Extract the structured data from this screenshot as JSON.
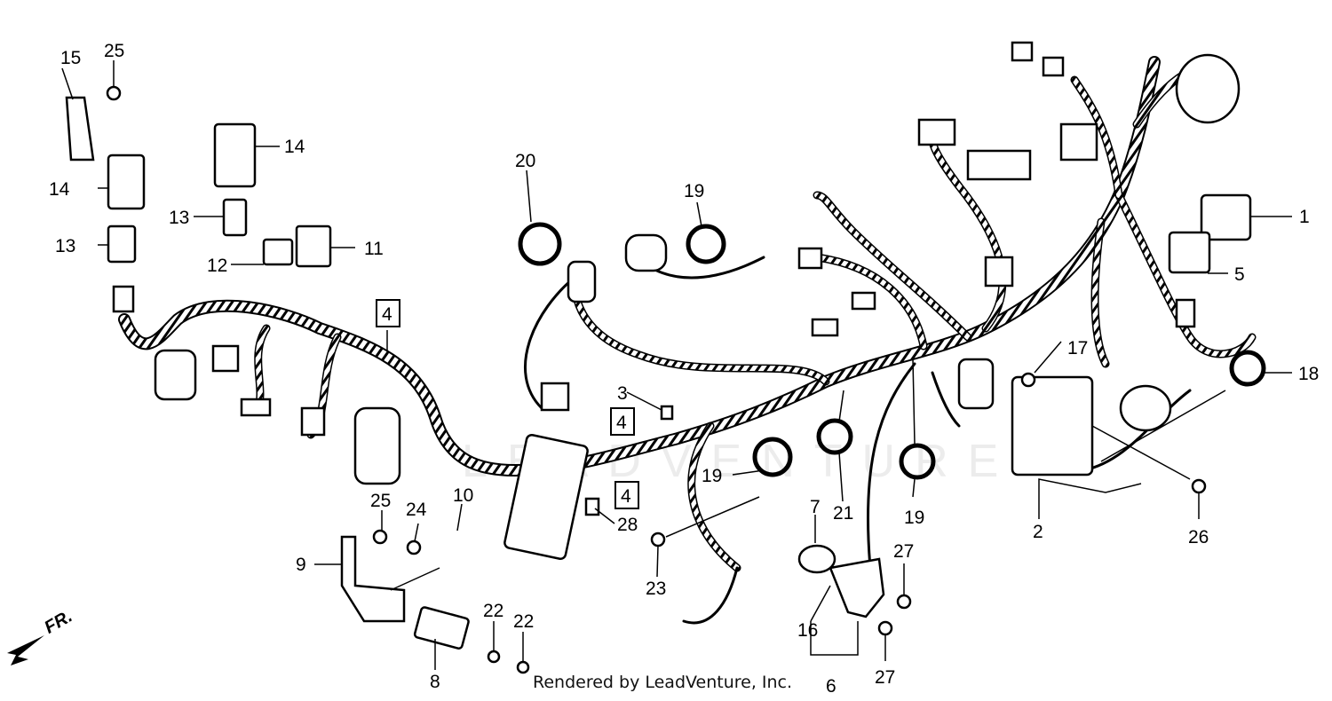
{
  "watermark": "LEADVENTURE",
  "credit": "Rendered by LeadVenture, Inc.",
  "front_marker": "FR.",
  "callouts": [
    {
      "id": "c1",
      "label": "1"
    },
    {
      "id": "c2",
      "label": "2"
    },
    {
      "id": "c3",
      "label": "3"
    },
    {
      "id": "c4a",
      "label": "4"
    },
    {
      "id": "c4b",
      "label": "4"
    },
    {
      "id": "c4c",
      "label": "4"
    },
    {
      "id": "c5",
      "label": "5"
    },
    {
      "id": "c6",
      "label": "6"
    },
    {
      "id": "c7",
      "label": "7"
    },
    {
      "id": "c8",
      "label": "8"
    },
    {
      "id": "c9",
      "label": "9"
    },
    {
      "id": "c10",
      "label": "10"
    },
    {
      "id": "c11",
      "label": "11"
    },
    {
      "id": "c12",
      "label": "12"
    },
    {
      "id": "c13a",
      "label": "13"
    },
    {
      "id": "c13b",
      "label": "13"
    },
    {
      "id": "c14a",
      "label": "14"
    },
    {
      "id": "c14b",
      "label": "14"
    },
    {
      "id": "c15",
      "label": "15"
    },
    {
      "id": "c16",
      "label": "16"
    },
    {
      "id": "c17",
      "label": "17"
    },
    {
      "id": "c18",
      "label": "18"
    },
    {
      "id": "c19a",
      "label": "19"
    },
    {
      "id": "c19b",
      "label": "19"
    },
    {
      "id": "c19c",
      "label": "19"
    },
    {
      "id": "c20",
      "label": "20"
    },
    {
      "id": "c21",
      "label": "21"
    },
    {
      "id": "c22a",
      "label": "22"
    },
    {
      "id": "c22b",
      "label": "22"
    },
    {
      "id": "c23",
      "label": "23"
    },
    {
      "id": "c24",
      "label": "24"
    },
    {
      "id": "c25a",
      "label": "25"
    },
    {
      "id": "c25b",
      "label": "25"
    },
    {
      "id": "c26",
      "label": "26"
    },
    {
      "id": "c27a",
      "label": "27"
    },
    {
      "id": "c27b",
      "label": "27"
    },
    {
      "id": "c28",
      "label": "28"
    }
  ]
}
